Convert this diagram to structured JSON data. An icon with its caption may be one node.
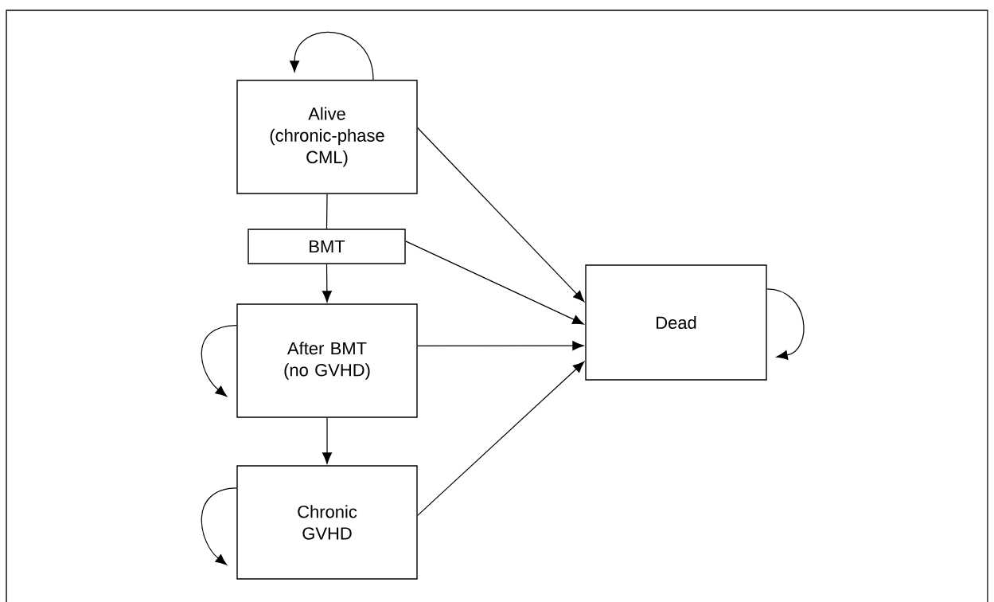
{
  "diagram": {
    "nodes": [
      {
        "text": [
          "Alive (chronic-phase CML)"
        ]
      },
      {
        "text": [
          "BMT"
        ]
      },
      {
        "text": [
          "After BMT (no GVHD)"
        ]
      },
      {
        "text": [
          "Chronic GVHD"
        ]
      },
      {
        "text": [
          "Dead"
        ]
      }
    ],
    "edges": [
      {
        "from": 0,
        "to": 0,
        "arrow": "to"
      },
      {
        "from": 0,
        "to": 1,
        "arrow": "none"
      },
      {
        "from": 0,
        "to": 4,
        "arrow": "to"
      },
      {
        "from": 1,
        "to": 2,
        "arrow": "to"
      },
      {
        "from": 1,
        "to": 4,
        "arrow": "to"
      },
      {
        "from": 2,
        "to": 2,
        "arrow": "to"
      },
      {
        "from": 2,
        "to": 4,
        "arrow": "to"
      },
      {
        "from": 2,
        "to": 3,
        "arrow": "to"
      },
      {
        "from": 3,
        "to": 3,
        "arrow": "to"
      },
      {
        "from": 3,
        "to": 4,
        "arrow": "to"
      },
      {
        "from": 4,
        "to": 4,
        "arrow": "to"
      }
    ]
  }
}
